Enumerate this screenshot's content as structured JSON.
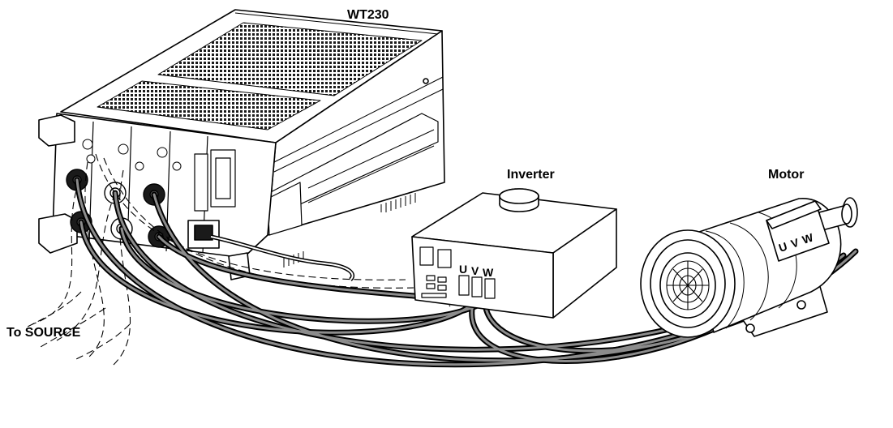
{
  "labels": {
    "instrument": "WT230",
    "inverter": "Inverter",
    "motor": "Motor",
    "source": "To SOURCE"
  },
  "terminals": {
    "inverter": [
      "U",
      "V",
      "W"
    ],
    "motor": [
      "U",
      "V",
      "W"
    ]
  },
  "colors": {
    "line": "#000000",
    "background": "#ffffff",
    "cable_fill": "#8c8c8c"
  }
}
